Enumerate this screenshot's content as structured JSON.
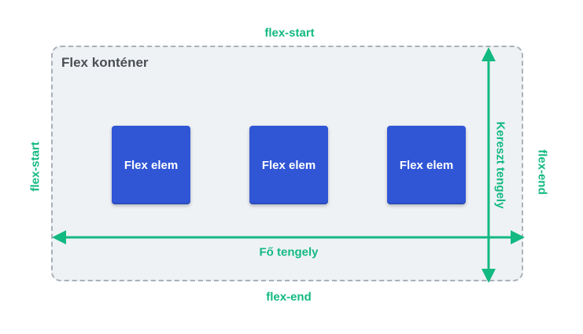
{
  "container": {
    "label": "Flex konténer"
  },
  "items": [
    {
      "label": "Flex elem"
    },
    {
      "label": "Flex elem"
    },
    {
      "label": "Flex elem"
    }
  ],
  "main_axis": {
    "label": "Fő tengely",
    "start_label": "flex-start",
    "end_label": "flex-end"
  },
  "cross_axis": {
    "label": "Kereszt tengely",
    "start_label": "flex-start",
    "end_label": "flex-end"
  },
  "colors": {
    "accent_green": "#12b981",
    "item_blue": "#3056d6",
    "container_bg": "#eff2f5",
    "container_border": "#a9b0b8"
  }
}
